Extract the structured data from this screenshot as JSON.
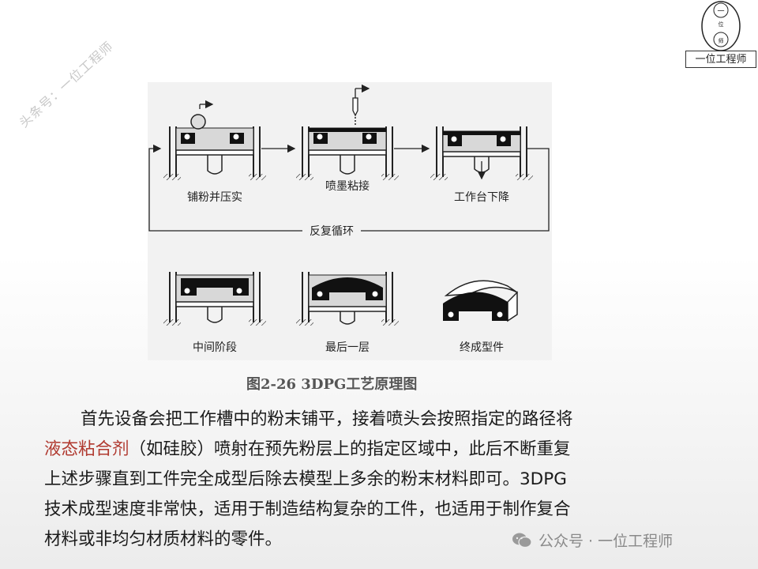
{
  "watermark": {
    "text": "头条号：一位工程师"
  },
  "logo": {
    "label": "一位工程师",
    "glyphs": [
      "一",
      "位",
      "师"
    ]
  },
  "figure": {
    "steps_top": [
      "铺粉并压实",
      "喷墨粘接",
      "工作台下降"
    ],
    "loop_label": "反复循环",
    "steps_bottom": [
      "中间阶段",
      "最后一层",
      "终成型件"
    ],
    "caption": "图2-26 3DPG工艺原理图"
  },
  "paragraph": {
    "line1": "首先设备会把工作槽中的粉末铺平，接着喷头会按照指定的路径将",
    "highlight": "液态粘合剂",
    "line2_rest": "（如硅胶）喷射在预先粉层上的指定区域中，此后不断重复",
    "line3": "上述步骤直到工件完全成型后除去模型上多余的粉末材料即可。3DPG",
    "line4": "技术成型速度非常快，适用于制造结构复杂的工件，也适用于制作复合",
    "line5": "材料或非均匀材质材料的零件。"
  },
  "footer": {
    "wechat_text": "公众号 · 一位工程师",
    "icon": "wechat-icon"
  },
  "colors": {
    "highlight": "#b0392f",
    "panel": "#f2f2f2"
  }
}
